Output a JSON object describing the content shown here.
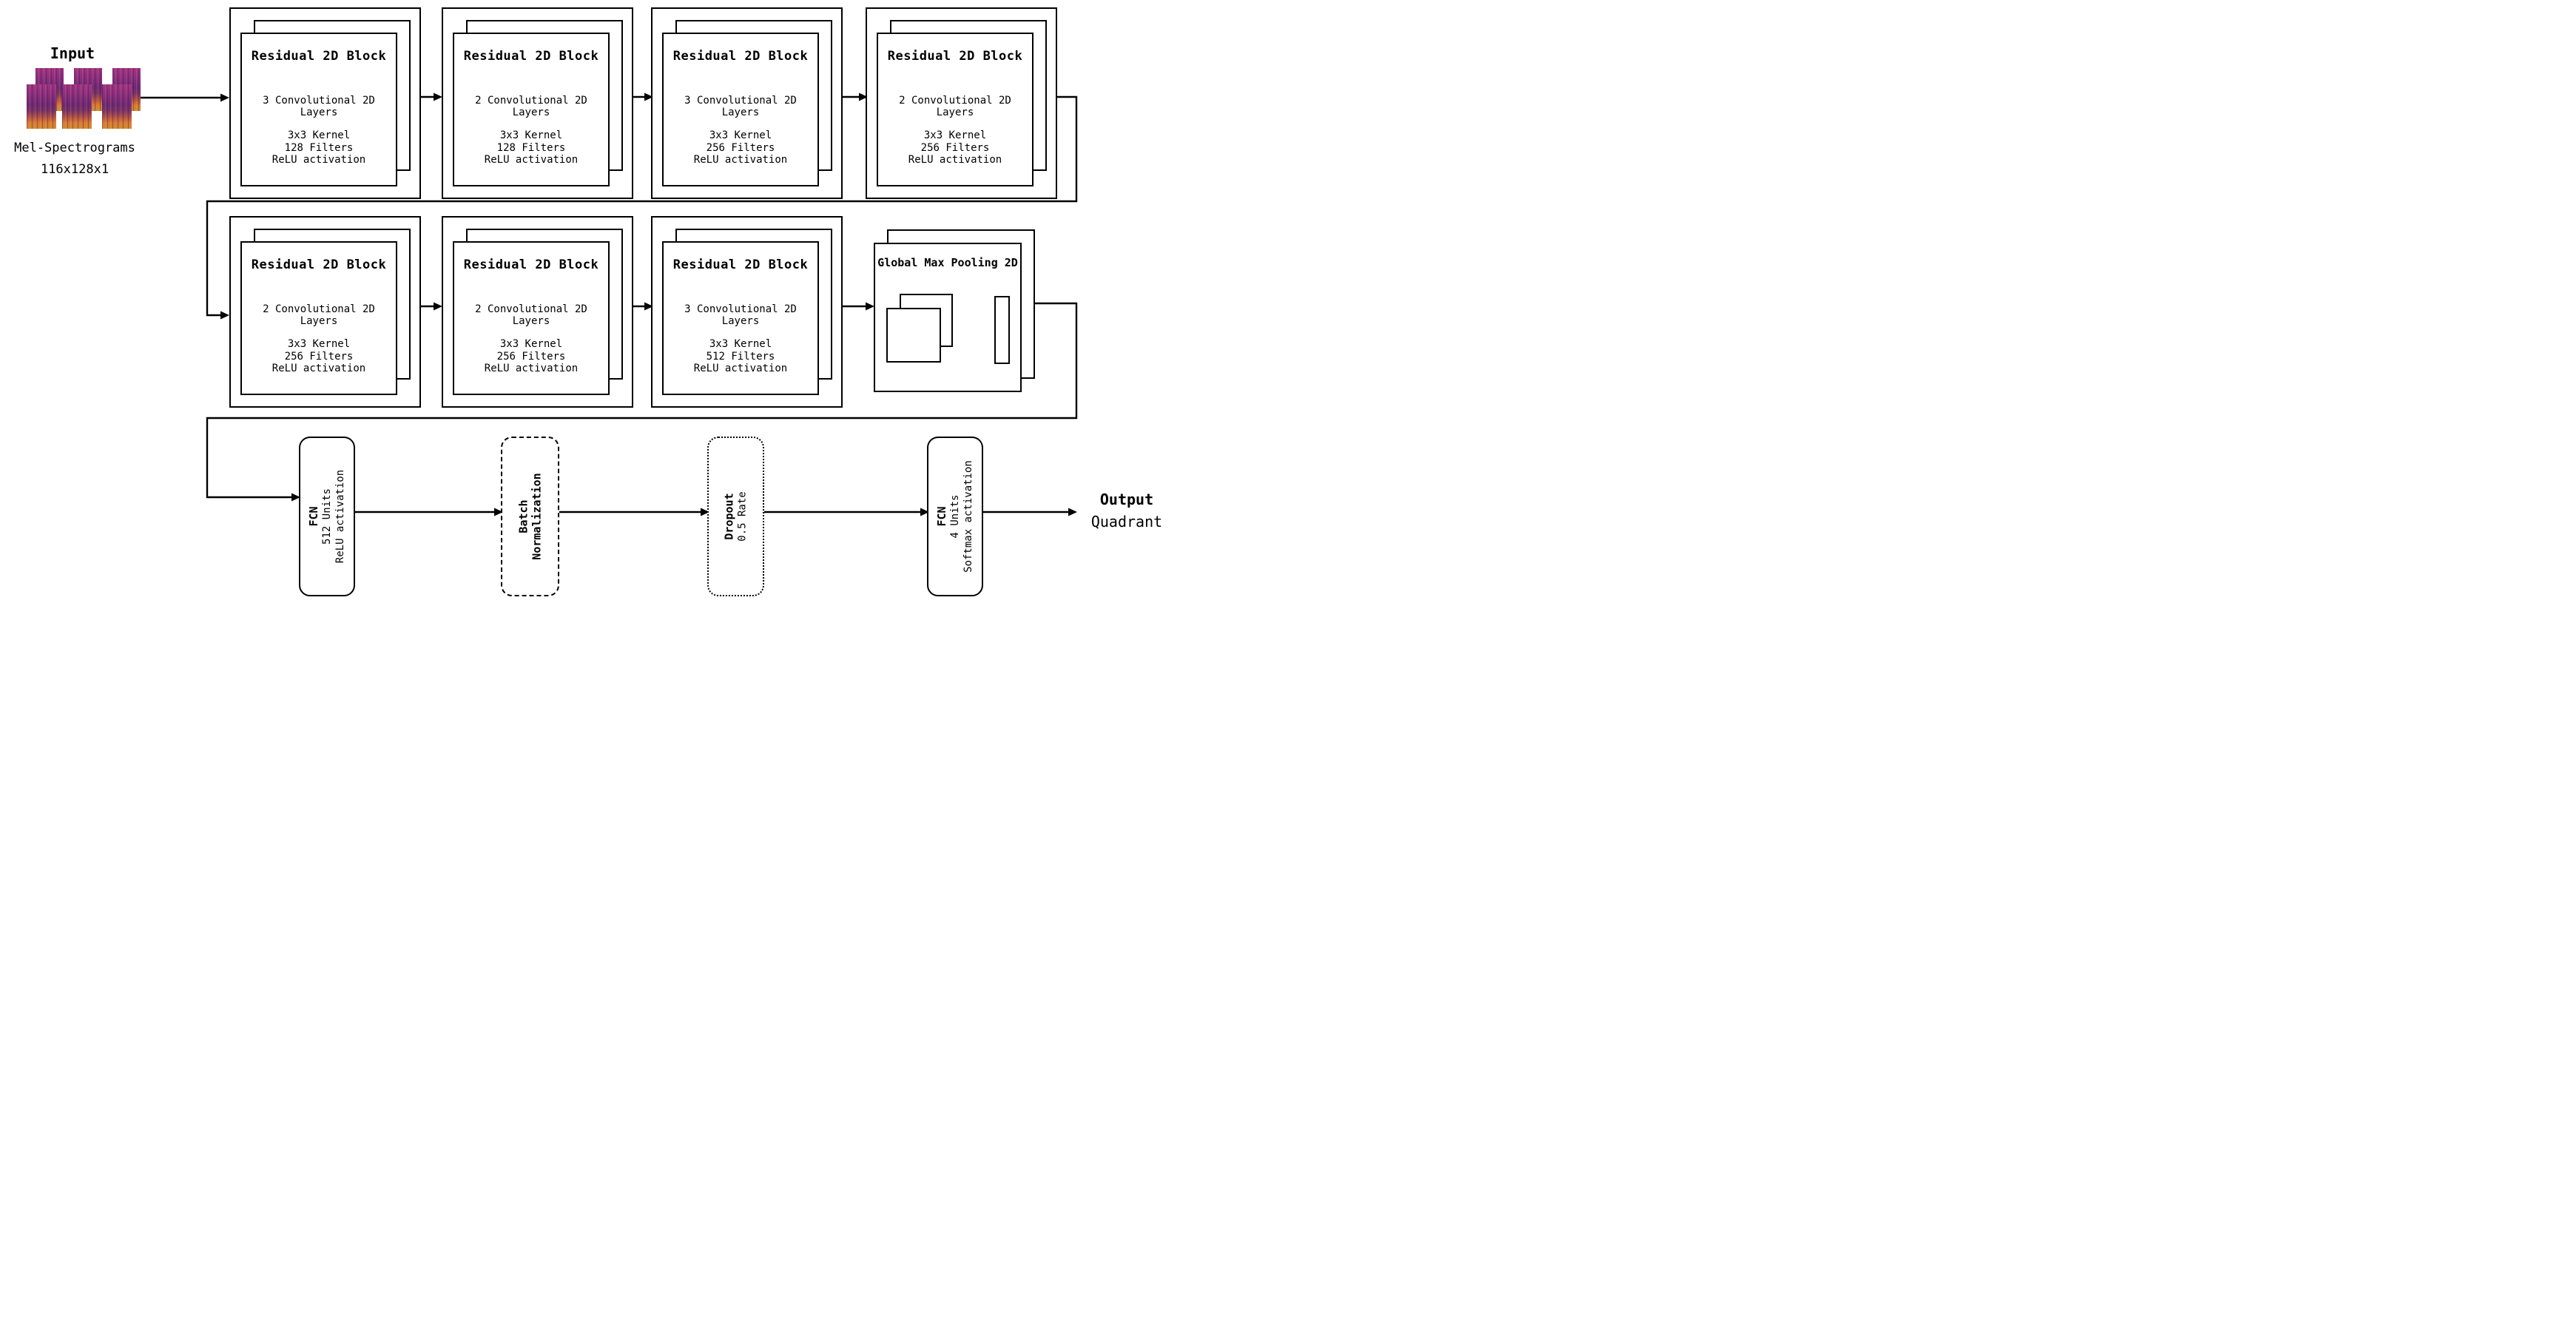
{
  "diagram": {
    "input": {
      "title": "Input",
      "caption": "Mel-Spectrograms",
      "shape": "116x128x1"
    },
    "residual_blocks_row1": [
      {
        "title": "Residual 2D Block",
        "layers": "3 Convolutional 2D Layers",
        "kernel": "3x3 Kernel",
        "filters": "128 Filters",
        "activation": "ReLU activation"
      },
      {
        "title": "Residual 2D Block",
        "layers": "2 Convolutional 2D Layers",
        "kernel": "3x3 Kernel",
        "filters": "128 Filters",
        "activation": "ReLU activation"
      },
      {
        "title": "Residual 2D Block",
        "layers": "3 Convolutional 2D Layers",
        "kernel": "3x3 Kernel",
        "filters": "256 Filters",
        "activation": "ReLU activation"
      },
      {
        "title": "Residual 2D Block",
        "layers": "2 Convolutional 2D Layers",
        "kernel": "3x3 Kernel",
        "filters": "256 Filters",
        "activation": "ReLU activation"
      }
    ],
    "residual_blocks_row2": [
      {
        "title": "Residual 2D Block",
        "layers": "2 Convolutional 2D Layers",
        "kernel": "3x3 Kernel",
        "filters": "256 Filters",
        "activation": "ReLU activation"
      },
      {
        "title": "Residual 2D Block",
        "layers": "2 Convolutional 2D Layers",
        "kernel": "3x3 Kernel",
        "filters": "256 Filters",
        "activation": "ReLU activation"
      },
      {
        "title": "Residual 2D Block",
        "layers": "3 Convolutional 2D Layers",
        "kernel": "3x3 Kernel",
        "filters": "512 Filters",
        "activation": "ReLU activation"
      }
    ],
    "global_pooling": {
      "title": "Global Max Pooling 2D"
    },
    "fcn1": {
      "title": "FCN",
      "units": "512 Units",
      "activation": "ReLU activation"
    },
    "batch_norm": {
      "line1": "Batch",
      "line2": "Normalization"
    },
    "dropout": {
      "title": "Dropout",
      "rate": "0.5 Rate"
    },
    "fcn2": {
      "title": "FCN",
      "units": "4 Units",
      "activation": "Softmax activation"
    },
    "output": {
      "title": "Output",
      "subtitle": "Quadrant"
    },
    "colors": {
      "stroke": "#000000",
      "background": "#ffffff",
      "spectrogram_top": "#a23581",
      "spectrogram_mid": "#6e2a72",
      "spectrogram_bottom": "#cd8c2e"
    }
  }
}
